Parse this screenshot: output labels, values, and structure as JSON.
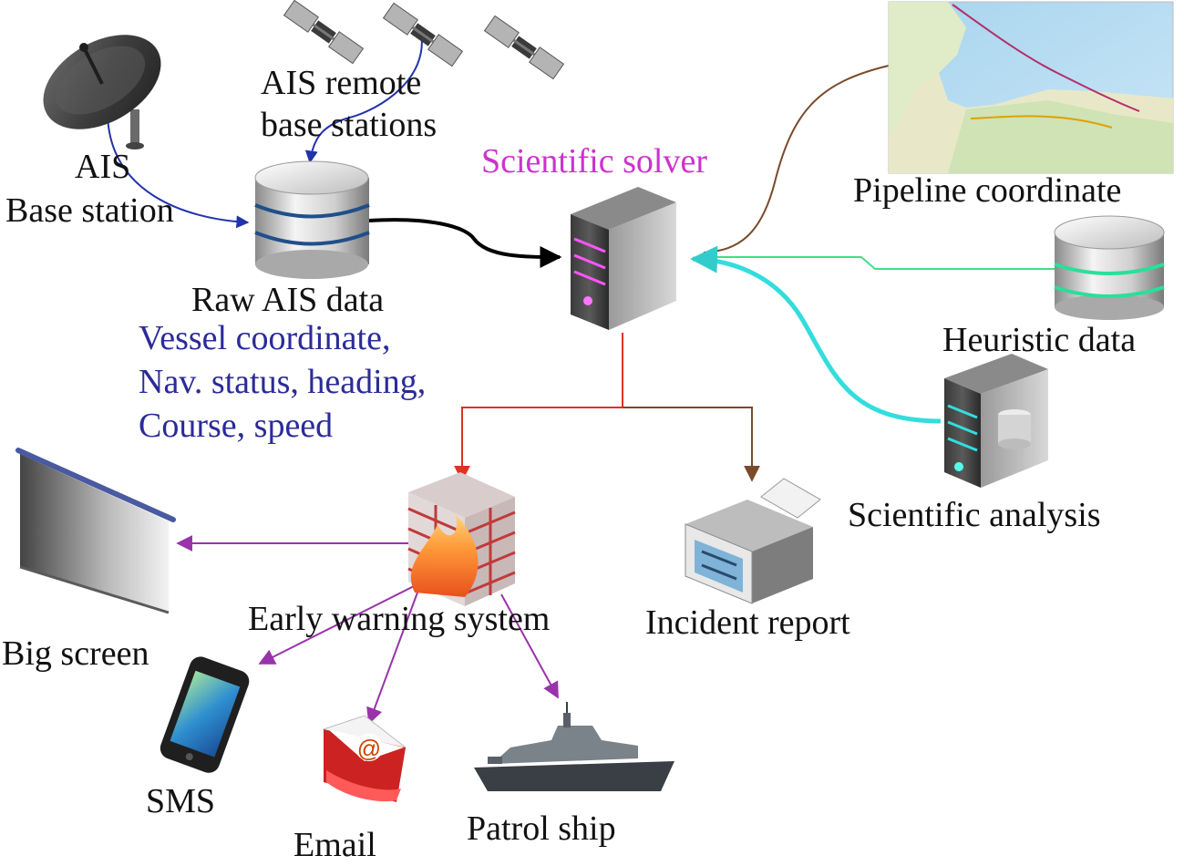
{
  "labels": {
    "ais_base_station_1": "AIS",
    "ais_base_station_2": "Base station",
    "ais_remote_1": "AIS remote",
    "ais_remote_2": "base stations",
    "raw_ais_data": "Raw AIS data",
    "vessel_info_1": "Vessel coordinate,",
    "vessel_info_2": "Nav. status, heading,",
    "vessel_info_3": "Course, speed",
    "scientific_solver": "Scientific solver",
    "pipeline_coordinate": "Pipeline coordinate",
    "heuristic_data": "Heuristic data",
    "scientific_analysis": "Scientific analysis",
    "early_warning_system": "Early warning system",
    "incident_report": "Incident report",
    "big_screen": "Big screen",
    "sms": "SMS",
    "email": "Email",
    "patrol_ship": "Patrol ship"
  },
  "colors": {
    "solver_label": "#cc33cc",
    "vessel_info": "#2b2b99",
    "blue_arrow": "#2233aa",
    "black_arrow": "#000000",
    "brown_line": "#7a4a2a",
    "green_line": "#44dd88",
    "cyan_line": "#33dddd",
    "red_arrow": "#dd3322",
    "purple_arrow": "#9933aa"
  },
  "icons": [
    "satellite-dish-icon",
    "satellite-icon",
    "database-icon",
    "server-icon",
    "map-icon",
    "firewall-icon",
    "printer-icon",
    "projector-screen-icon",
    "smartphone-icon",
    "email-icon",
    "ship-icon"
  ]
}
